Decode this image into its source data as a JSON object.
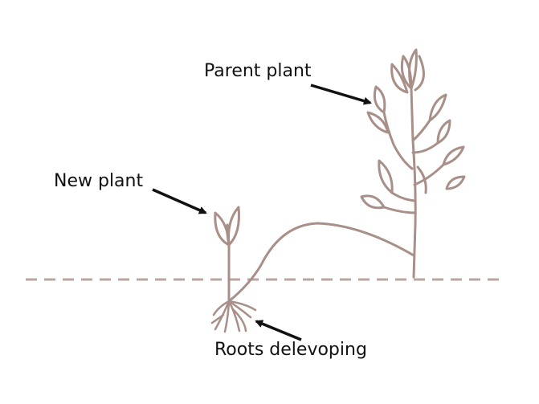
{
  "labels": {
    "parent_plant": "Parent plant",
    "new_plant": "New plant",
    "roots": "Roots delevoping"
  },
  "colors": {
    "plant": "#a88f88",
    "ground": "#b9a6a1",
    "arrow": "#111111",
    "text": "#111111"
  }
}
